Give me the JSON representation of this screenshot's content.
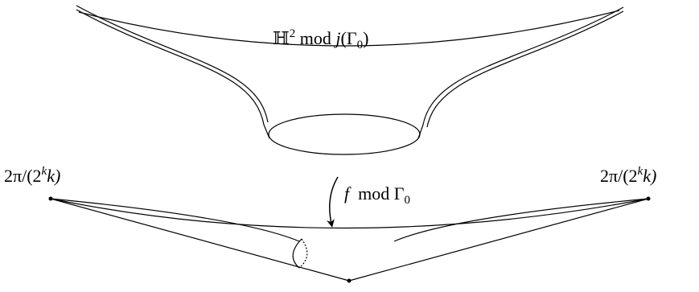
{
  "diagram": {
    "surface_label": {
      "bb": "ℍ",
      "exp": "2",
      "mod": " mod ",
      "func": "j",
      "open": "(Γ",
      "sub": "0",
      "close": ")"
    },
    "map_label": {
      "func": "f",
      "mod": "  mod Γ",
      "sub": "0"
    },
    "left_label": {
      "prefix": "2π/(2",
      "exp": "k",
      "suffix": "k)"
    },
    "right_label": {
      "prefix": "2π/(2",
      "exp": "k",
      "suffix": "k)"
    }
  },
  "colors": {
    "stroke": "#000000",
    "background": "#ffffff"
  }
}
